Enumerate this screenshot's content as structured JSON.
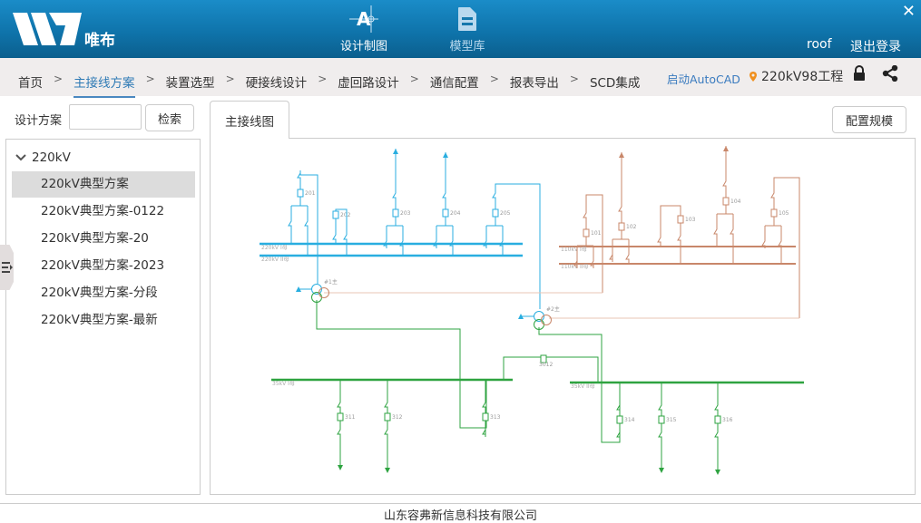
{
  "app": {
    "brand": "唯布"
  },
  "topnav": [
    {
      "label": "设计制图",
      "icon": "drafting-icon"
    },
    {
      "label": "模型库",
      "icon": "document-icon"
    }
  ],
  "user": {
    "name": "roof",
    "logout": "退出登录"
  },
  "breadcrumb": [
    {
      "label": "首页"
    },
    {
      "label": "主接线方案",
      "active": true
    },
    {
      "label": "装置选型"
    },
    {
      "label": "硬接线设计"
    },
    {
      "label": "虚回路设计"
    },
    {
      "label": "通信配置"
    },
    {
      "label": "报表导出"
    },
    {
      "label": "SCD集成"
    }
  ],
  "toolbar": {
    "autocad": "启动AutoCAD",
    "project": "220kV98工程"
  },
  "search": {
    "label": "设计方案",
    "value": "",
    "placeholder": "",
    "button": "检索"
  },
  "tree": {
    "root": "220kV",
    "items": [
      "220kV典型方案",
      "220kV典型方案-0122",
      "220kV典型方案-20",
      "220kV典型方案-2023",
      "220kV典型方案-分段",
      "220kV典型方案-最新"
    ],
    "selected": 0
  },
  "tabs": {
    "active": "主接线图",
    "config_button": "配置规模"
  },
  "diagram": {
    "colors": {
      "hv": "#29aee0",
      "mv": "#c8876a",
      "lv": "#2ea340"
    },
    "hv_bays": [
      "201",
      "202",
      "203",
      "204",
      "205"
    ],
    "hv_buses": [
      "220kV I母",
      "220kV II母"
    ],
    "mv_bays": [
      "101",
      "102",
      "103",
      "104",
      "105"
    ],
    "mv_buses": [
      "110kV I母",
      "110kV II母"
    ],
    "transformers": [
      "#1主",
      "#2主"
    ],
    "lv_bays": [
      "311",
      "312",
      "313",
      "314",
      "315",
      "316"
    ],
    "lv_tie": "3012",
    "lv_buses": [
      "35kV I母",
      "35kV II母"
    ]
  },
  "footer": "山东容弗新信息科技有限公司"
}
